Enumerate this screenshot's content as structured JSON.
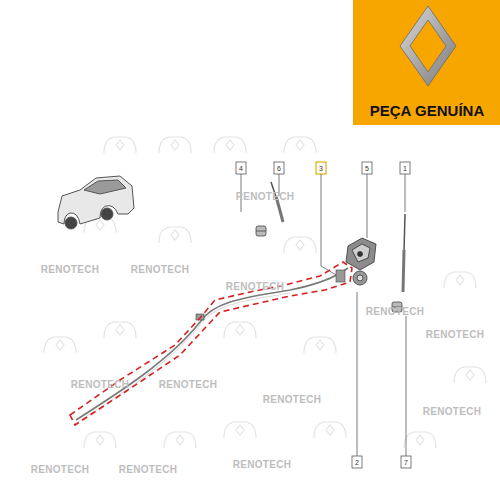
{
  "diagram": {
    "labels": [
      "PEÇA GENUÍNA",
      "4",
      "6",
      "3",
      "5",
      "1",
      "2",
      "7",
      "RENOTECH",
      "RENOTECH",
      "RENOTECH",
      "RENOTECH",
      "RENOTECH",
      "RENOTECH",
      "RENOTECH",
      "RENOTECH",
      "RENOTECH",
      "RENOTECH",
      "RENOTECH",
      "RENOTECH",
      "RENOTECH"
    ]
  }
}
